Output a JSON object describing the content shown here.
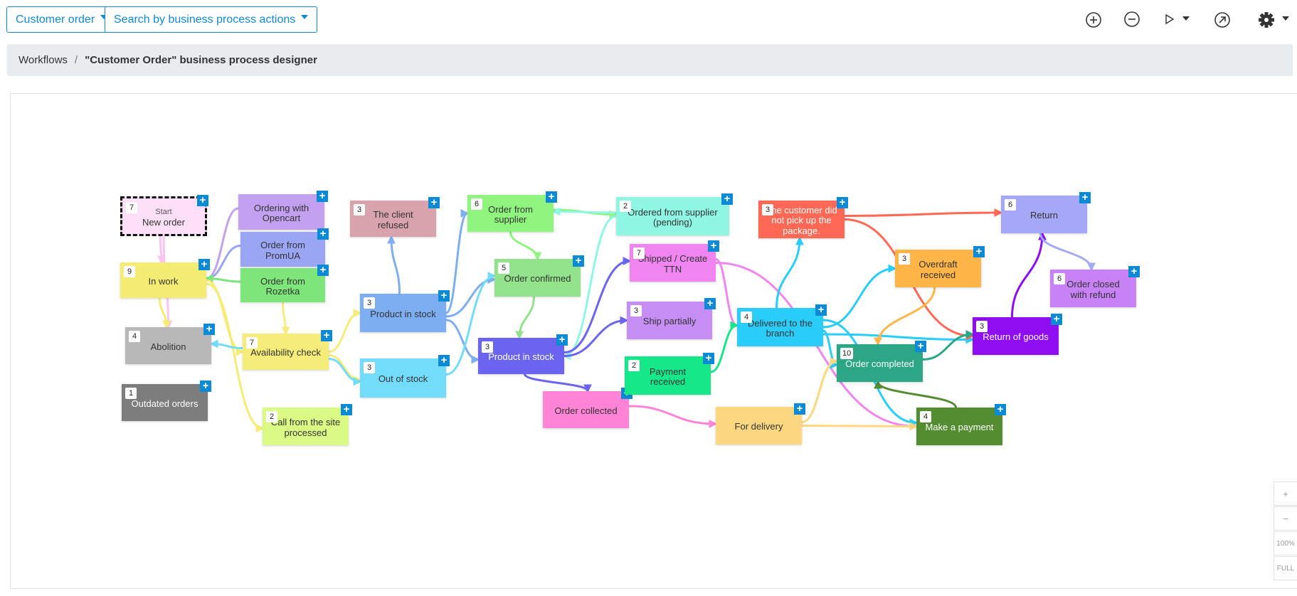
{
  "toolbar": {
    "process_select": "Customer order",
    "search_select": "Search by business process actions",
    "icons": [
      "zoom-in-icon",
      "zoom-out-icon",
      "play-icon",
      "export-icon",
      "gear-icon"
    ]
  },
  "breadcrumb": {
    "root": "Workflows",
    "separator": "/",
    "current": "\"Customer Order\" business process designer"
  },
  "zoom": {
    "plus": "+",
    "minus": "−",
    "reset": "100%",
    "full": "FULL"
  },
  "add_symbol": "+",
  "colors": {
    "accent": "#0d8ad6",
    "breadcrumb_bg": "#e9ecef"
  },
  "nodes": [
    {
      "id": "new",
      "label": "New order",
      "sub": "Start",
      "count": "7",
      "color": "#fde0f7"
    },
    {
      "id": "opencart",
      "label": "Ordering with Opencart",
      "count": "",
      "color": "#c3a1f0"
    },
    {
      "id": "promua",
      "label": "Order from PromUA",
      "count": "",
      "color": "#9aa6f4"
    },
    {
      "id": "rozetka",
      "label": "Order from Rozetka",
      "count": "",
      "color": "#7ee57a"
    },
    {
      "id": "inwork",
      "label": "In work",
      "count": "9",
      "color": "#f5ec74"
    },
    {
      "id": "abolition",
      "label": "Abolition",
      "count": "4",
      "color": "#b8b8b8"
    },
    {
      "id": "outdated",
      "label": "Outdated orders",
      "count": "1",
      "color": "#7d7d7d"
    },
    {
      "id": "availability",
      "label": "Availability check",
      "count": "7",
      "color": "#f6ec79"
    },
    {
      "id": "callsite",
      "label": "Call from the site processed",
      "count": "2",
      "color": "#daf985"
    },
    {
      "id": "refused",
      "label": "The client refused",
      "count": "3",
      "color": "#d9a3ae"
    },
    {
      "id": "pis1",
      "label": "Product in stock",
      "count": "3",
      "color": "#7eaef2"
    },
    {
      "id": "oos",
      "label": "Out of stock",
      "count": "3",
      "color": "#73dcfb"
    },
    {
      "id": "ofs",
      "label": "Order from supplier",
      "count": "6",
      "color": "#8ff57e"
    },
    {
      "id": "confirmed",
      "label": "Order confirmed",
      "count": "5",
      "color": "#92e38c"
    },
    {
      "id": "pis2",
      "label": "Product in stock",
      "count": "3",
      "color": "#6a64f0"
    },
    {
      "id": "collected",
      "label": "Order collected",
      "count": "",
      "color": "#ff83d6"
    },
    {
      "id": "ordered_pending",
      "label": "Ordered from supplier (pending)",
      "count": "2",
      "color": "#8ff6e4"
    },
    {
      "id": "shipped",
      "label": "Shipped / Create TTN",
      "count": "7",
      "color": "#f085f2"
    },
    {
      "id": "shippart",
      "label": "Ship partially",
      "count": "3",
      "color": "#c68ef5"
    },
    {
      "id": "payrec",
      "label": "Payment received",
      "count": "2",
      "color": "#16e88a"
    },
    {
      "id": "delivery",
      "label": "For delivery",
      "count": "",
      "color": "#fdd77f"
    },
    {
      "id": "nopickup",
      "label": "The customer did not pick up the package.",
      "count": "3",
      "color": "#ff6854"
    },
    {
      "id": "branch",
      "label": "Delivered to the branch",
      "count": "4",
      "color": "#2acdfa"
    },
    {
      "id": "completed",
      "label": "Order completed",
      "count": "10",
      "color": "#2ba785"
    },
    {
      "id": "overdraft",
      "label": "Overdraft received",
      "count": "3",
      "color": "#ffb548"
    },
    {
      "id": "makepay",
      "label": "Make a payment",
      "count": "4",
      "color": "#548c32"
    },
    {
      "id": "returngoods",
      "label": "Return of goods",
      "count": "3",
      "color": "#8f0ef1"
    },
    {
      "id": "return",
      "label": "Return",
      "count": "6",
      "color": "#a5a7f7"
    },
    {
      "id": "closedrefund",
      "label": "Order closed with refund",
      "count": "6",
      "color": "#c982f5"
    }
  ],
  "edges": [
    {
      "from": "new",
      "to": "inwork",
      "color": "#fbc3f0"
    },
    {
      "from": "new",
      "to": "abolition",
      "color": "#fbc3f0"
    },
    {
      "from": "opencart",
      "to": "inwork",
      "color": "#c3a1f0"
    },
    {
      "from": "promua",
      "to": "inwork",
      "color": "#9aa6f4"
    },
    {
      "from": "rozetka",
      "to": "inwork",
      "color": "#7ee57a"
    },
    {
      "from": "inwork",
      "to": "abolition",
      "color": "#f5ec74"
    },
    {
      "from": "inwork",
      "to": "availability",
      "color": "#f5ec74"
    },
    {
      "from": "inwork",
      "to": "callsite",
      "color": "#f5ec74"
    },
    {
      "from": "availability",
      "to": "abolition",
      "color": "#73dcfb"
    },
    {
      "from": "availability",
      "to": "pis1",
      "color": "#f6ec79"
    },
    {
      "from": "availability",
      "to": "oos",
      "color": "#f6ec79"
    },
    {
      "from": "rozetka",
      "to": "availability",
      "color": "#f6ec79"
    },
    {
      "from": "pis1",
      "to": "refused",
      "color": "#7eaef2"
    },
    {
      "from": "pis1",
      "to": "ofs",
      "color": "#7eaef2"
    },
    {
      "from": "pis1",
      "to": "confirmed",
      "color": "#7eaef2"
    },
    {
      "from": "pis1",
      "to": "pis2",
      "color": "#7eaef2"
    },
    {
      "from": "oos",
      "to": "confirmed",
      "color": "#73dcfb"
    },
    {
      "from": "availability",
      "to": "oos",
      "color": "#73dcfb"
    },
    {
      "from": "ofs",
      "to": "ordered_pending",
      "color": "#8ff57e"
    },
    {
      "from": "ofs",
      "to": "confirmed",
      "color": "#8ff57e"
    },
    {
      "from": "ordered_pending",
      "to": "ofs",
      "color": "#8ff6e4"
    },
    {
      "from": "ordered_pending",
      "to": "pis2",
      "color": "#8ff6e4"
    },
    {
      "from": "confirmed",
      "to": "pis2",
      "color": "#92e38c"
    },
    {
      "from": "pis2",
      "to": "shipped",
      "color": "#6a64f0"
    },
    {
      "from": "pis2",
      "to": "shippart",
      "color": "#6a64f0"
    },
    {
      "from": "pis2",
      "to": "collected",
      "color": "#6a64f0"
    },
    {
      "from": "collected",
      "to": "delivery",
      "color": "#ff83d6"
    },
    {
      "from": "shipped",
      "to": "branch",
      "color": "#f085f2"
    },
    {
      "from": "shipped",
      "to": "makepay",
      "color": "#f085f2"
    },
    {
      "from": "payrec",
      "to": "branch",
      "color": "#16e88a"
    },
    {
      "from": "branch",
      "to": "nopickup",
      "color": "#2acdfa"
    },
    {
      "from": "branch",
      "to": "overdraft",
      "color": "#2acdfa"
    },
    {
      "from": "branch",
      "to": "completed",
      "color": "#2acdfa"
    },
    {
      "from": "branch",
      "to": "returngoods",
      "color": "#2acdfa"
    },
    {
      "from": "branch",
      "to": "makepay",
      "color": "#2acdfa"
    },
    {
      "from": "delivery",
      "to": "completed",
      "color": "#fdd77f"
    },
    {
      "from": "delivery",
      "to": "makepay",
      "color": "#fdd77f"
    },
    {
      "from": "nopickup",
      "to": "return",
      "color": "#ff6854"
    },
    {
      "from": "nopickup",
      "to": "returngoods",
      "color": "#ff6854"
    },
    {
      "from": "overdraft",
      "to": "completed",
      "color": "#ffb548"
    },
    {
      "from": "completed",
      "to": "returngoods",
      "color": "#2ba785"
    },
    {
      "from": "makepay",
      "to": "completed",
      "color": "#548c32"
    },
    {
      "from": "returngoods",
      "to": "return",
      "color": "#8f0ef1"
    },
    {
      "from": "return",
      "to": "closedrefund",
      "color": "#a5a7f7"
    }
  ]
}
